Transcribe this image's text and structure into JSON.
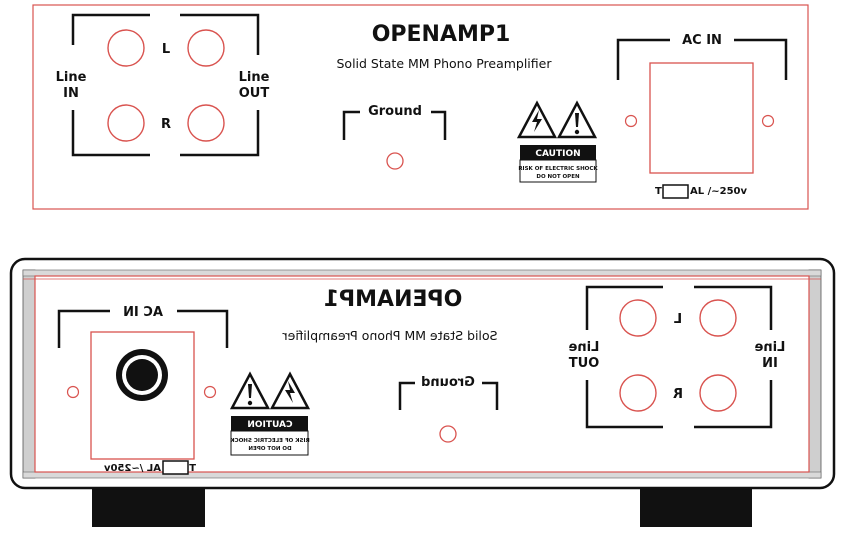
{
  "colors": {
    "outline_red": "#d9534f",
    "bracket_black": "#111111",
    "case_gray": "#d9d9d9",
    "foot_black": "#111111"
  },
  "top_panel": {
    "title": "OPENAMP1",
    "subtitle": "Solid State MM Phono Preamplifier",
    "line_in_1": "Line",
    "line_in_2": "IN",
    "line_out_1": "Line",
    "line_out_2": "OUT",
    "channel_l": "L",
    "channel_r": "R",
    "ground": "Ground",
    "ac_in": "AC IN",
    "fuse_t": "T",
    "fuse_al": "AL /~250v",
    "caution": "CAUTION",
    "warn_1": "RISK OF ELECTRIC SHOCK",
    "warn_2": "DO NOT OPEN"
  },
  "bottom_panel": {
    "title": "OPENAMP1",
    "subtitle": "Solid State MM Phono Preamplifier",
    "line_out_1": "Line",
    "line_out_2": "OUT",
    "line_in_1": "Line",
    "line_in_2": "IN",
    "channel_l": "L",
    "channel_r": "R",
    "ground": "Ground",
    "ac_in": "AC IN",
    "fuse_t": "T",
    "fuse_al": "AL /~250v",
    "caution": "CAUTION",
    "warn_1": "RISK OF ELECTRIC SHOCK",
    "warn_2": "DO NOT OPEN"
  }
}
